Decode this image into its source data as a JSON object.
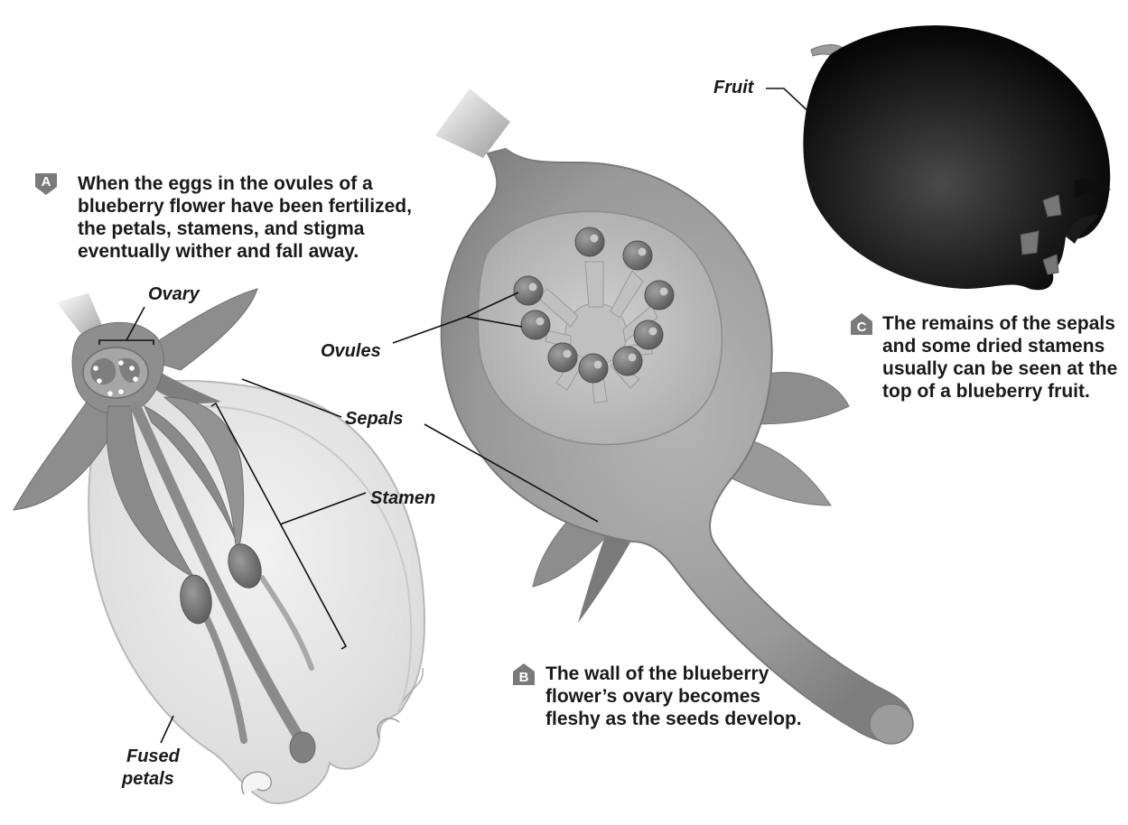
{
  "steps": [
    {
      "badge": "A",
      "text": "When the eggs in the ovules of a blueberry flower have been fertilized, the petals, stamens, and stigma eventually wither and fall away."
    },
    {
      "badge": "B",
      "text": "The wall of the blueberry flower’s ovary becomes fleshy as the seeds develop."
    },
    {
      "badge": "C",
      "text": "The remains of the sepals and some dried stamens usually can be seen at the top of a blueberry fruit."
    }
  ],
  "labels": {
    "ovary": "Ovary",
    "ovules": "Ovules",
    "sepals": "Sepals",
    "stamen": "Stamen",
    "fused_petals_1": "Fused",
    "fused_petals_2": "petals",
    "fruit": "Fruit"
  },
  "colors": {
    "tissue": "#8f8f8f",
    "tissue_dark": "#5e5e5e",
    "petal": "#e6e6e6",
    "fruit": "#111111",
    "badge": "#7a7a7a"
  }
}
